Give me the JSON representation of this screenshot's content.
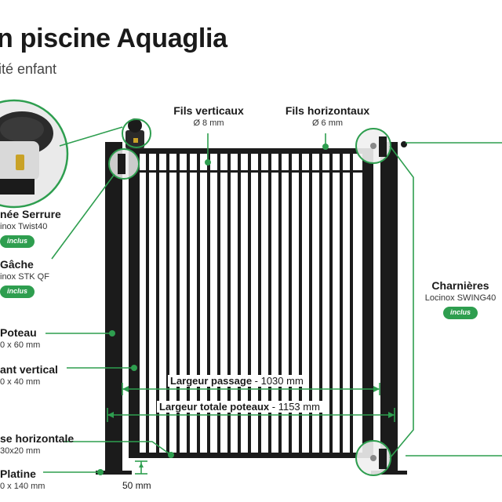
{
  "header": {
    "title": "n piscine Aquaglia",
    "subtitle": "ité enfant"
  },
  "labels": {
    "serrure": {
      "title": "née Serrure",
      "sub": "inox Twist40",
      "badge": "inclus"
    },
    "gache": {
      "title": "Gâche",
      "sub": "inox STK QF",
      "badge": "inclus"
    },
    "poteau": {
      "title": "Poteau",
      "sub": "0 x 60 mm"
    },
    "montant": {
      "title": "ant vertical",
      "sub": "0 x 40 mm"
    },
    "traverse": {
      "title": "se horizontale",
      "sub": "30x20 mm"
    },
    "platine": {
      "title": "Platine",
      "sub": "0 x 140 mm"
    },
    "fils_verticaux": {
      "title": "Fils verticaux",
      "sub": "Ø 8 mm"
    },
    "fils_horizontaux": {
      "title": "Fils horizontaux",
      "sub": "Ø 6 mm"
    },
    "charnieres": {
      "title": "Charnières",
      "sub": "Locinox SWING40",
      "badge": "inclus"
    }
  },
  "dimensions": {
    "passage": {
      "label": "Largeur passage",
      "value": " - 1030 mm"
    },
    "totale": {
      "label": "Largeur totale poteaux",
      "value": " - 1153 mm"
    },
    "ground": "50 mm"
  },
  "colors": {
    "accent": "#2e9e4f",
    "metal": "#1b1b1b"
  }
}
